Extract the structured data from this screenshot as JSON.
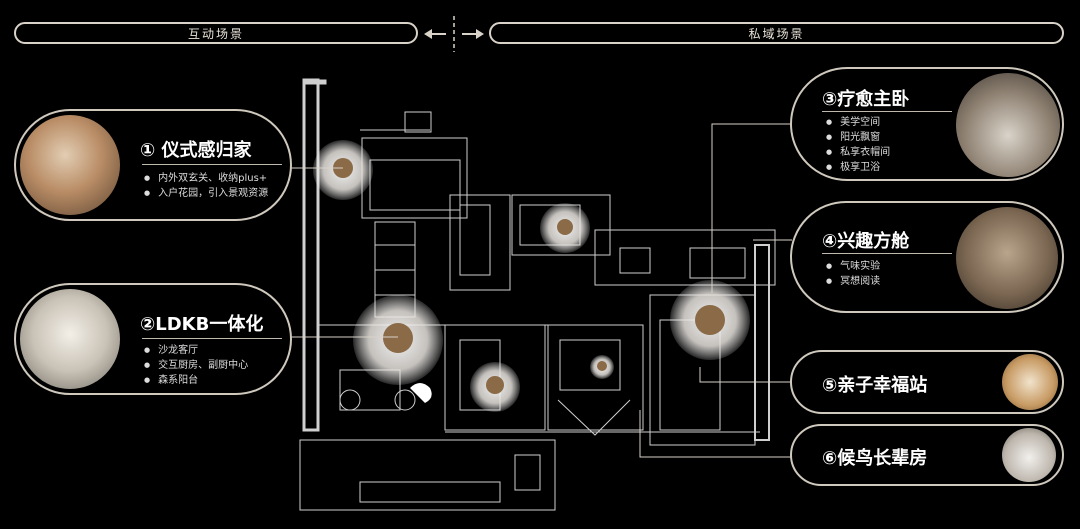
{
  "header": {
    "left_label": "互动场景",
    "right_label": "私域场景",
    "divider_icon": "double-arrow-icon"
  },
  "scenes_left": [
    {
      "title": "① 仪式感归家",
      "items": [
        "内外双玄关、收纳plus+",
        "入户花园，引入景观资源"
      ]
    },
    {
      "title": "②LDKB一体化",
      "items": [
        "沙龙客厅",
        "交互厨房、副厨中心",
        "森系阳台"
      ]
    }
  ],
  "scenes_right": [
    {
      "title": "③疗愈主卧",
      "items": [
        "美学空间",
        "阳光飘窗",
        "私享衣帽间",
        "极享卫浴"
      ]
    },
    {
      "title": "④兴趣方舱",
      "items": [
        "气味实验",
        "冥想阅读"
      ]
    },
    {
      "title": "⑤亲子幸福站",
      "items": []
    },
    {
      "title": "⑥候鸟长辈房",
      "items": []
    }
  ],
  "colors": {
    "accent_gold": "#8a6a47",
    "line": "#d9d2c8",
    "background": "#000000"
  }
}
